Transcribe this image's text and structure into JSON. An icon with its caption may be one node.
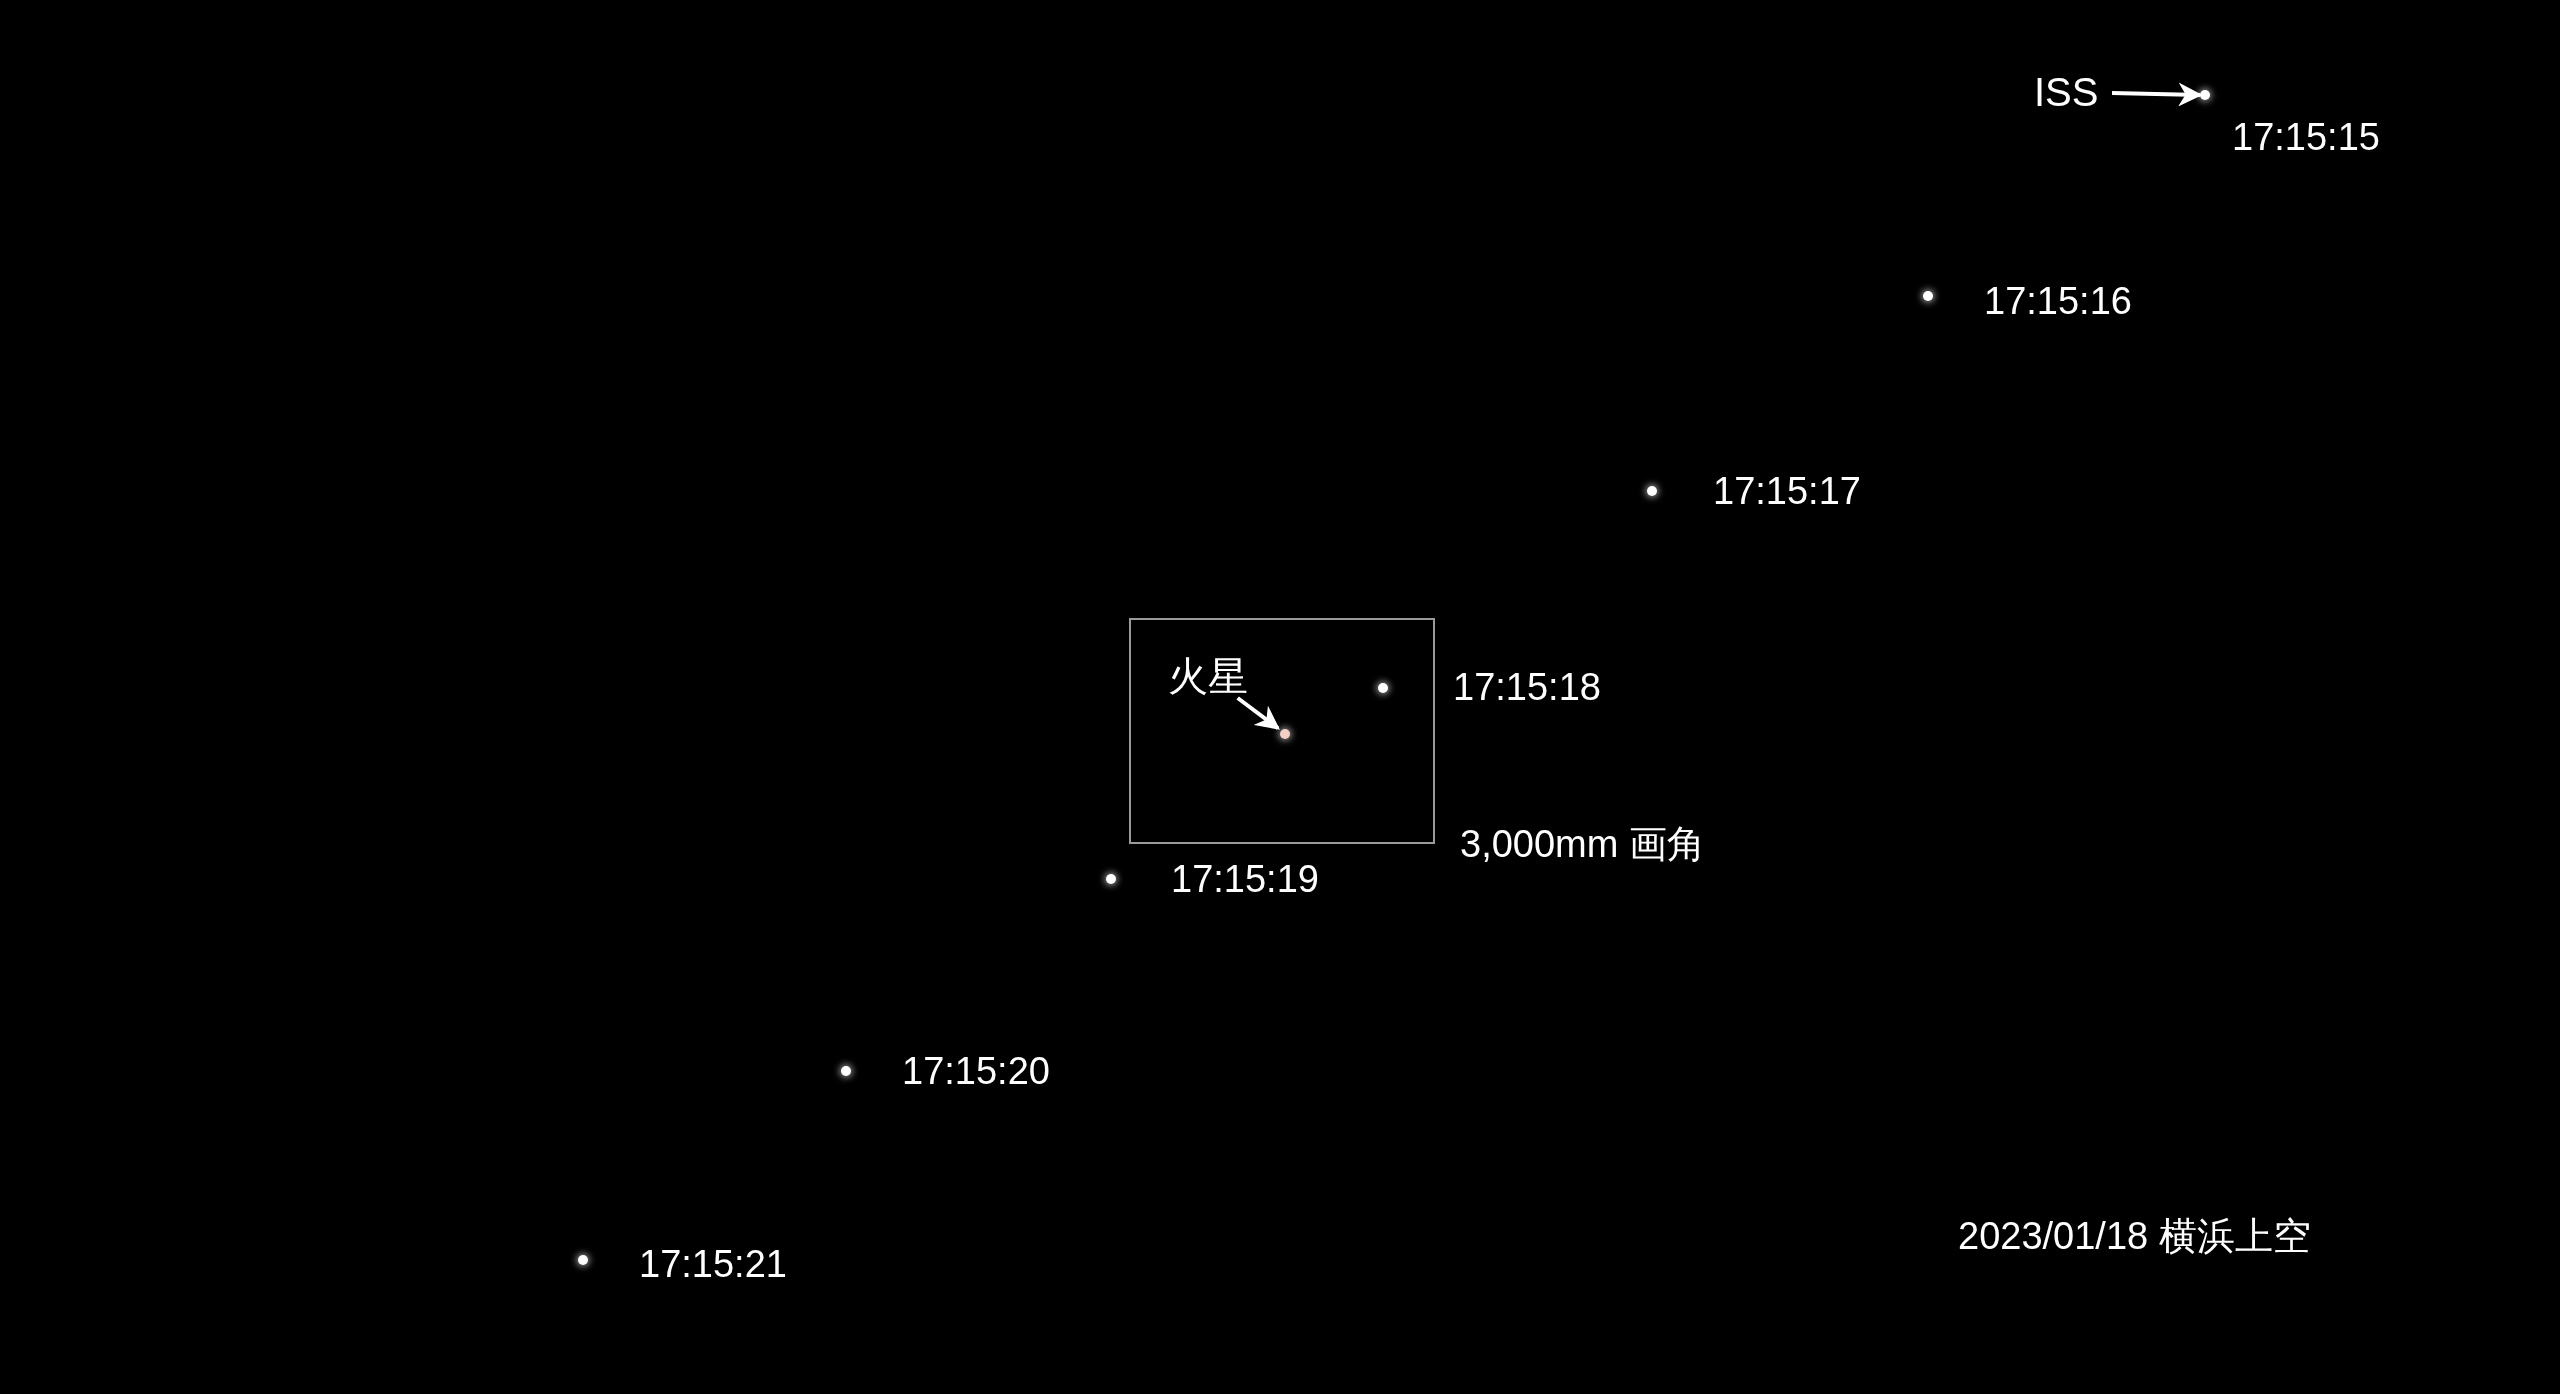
{
  "diagram": {
    "nodes": [
      {
        "text": [
          "ISS"
        ]
      },
      {
        "text": [],
        "shape": "circle",
        "beside": [
          "17:15:15"
        ]
      },
      {
        "text": [],
        "shape": "circle",
        "beside": [
          "17:15:16"
        ]
      },
      {
        "text": [],
        "shape": "circle",
        "beside": [
          "17:15:17"
        ]
      },
      {
        "text": [],
        "shape": "box",
        "beside": [
          "3,000mm 画角"
        ]
      },
      {
        "text": [
          "火星"
        ],
        "in": 4
      },
      {
        "text": [],
        "shape": "circle",
        "in": 4
      },
      {
        "text": [],
        "shape": "circle",
        "in": 4,
        "beside": [
          "17:15:18"
        ]
      },
      {
        "text": [],
        "shape": "circle",
        "beside": [
          "17:15:19"
        ]
      },
      {
        "text": [],
        "shape": "circle",
        "beside": [
          "17:15:20"
        ]
      },
      {
        "text": [],
        "shape": "circle",
        "beside": [
          "17:15:21"
        ]
      }
    ],
    "edges": [
      {
        "from": 0,
        "to": 1,
        "arrow": "to"
      },
      {
        "from": 5,
        "to": 6,
        "arrow": "to"
      }
    ],
    "labels": [
      "2023/01/18 横浜上空"
    ]
  }
}
